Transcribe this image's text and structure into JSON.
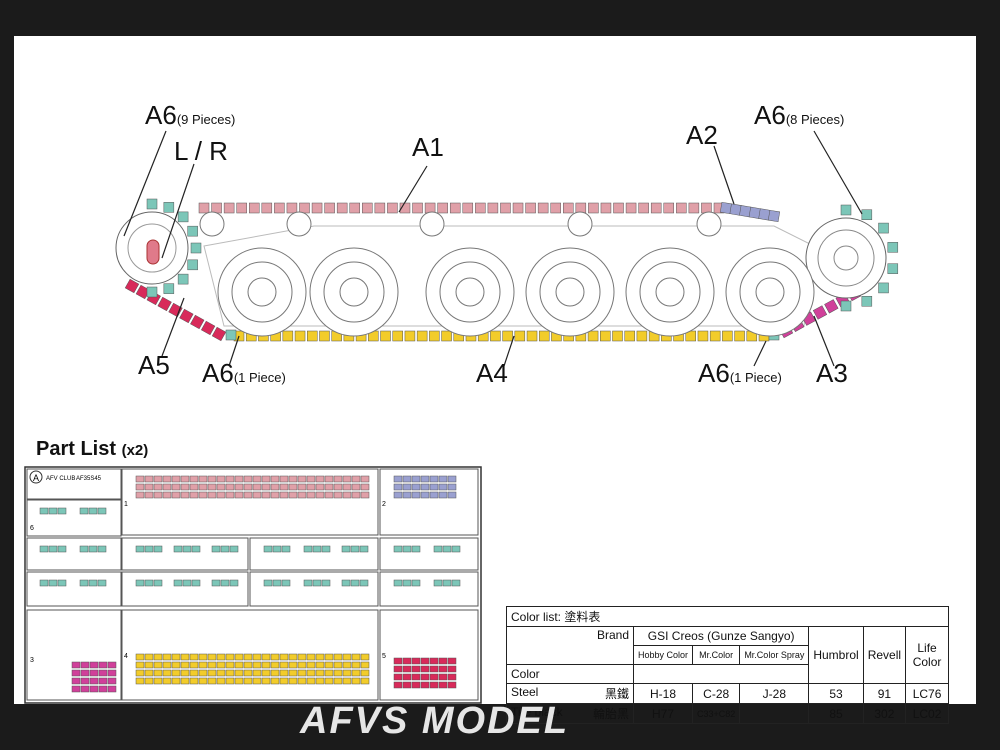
{
  "labels": {
    "a6_left_main": "A6",
    "a6_left_qty": "(9 Pieces)",
    "lr": "L / R",
    "a1": "A1",
    "a2": "A2",
    "a6_right_main": "A6",
    "a6_right_qty": "(8 Pieces)",
    "a5": "A5",
    "a6_bl_main": "A6",
    "a6_bl_qty": "(1 Piece)",
    "a4": "A4",
    "a6_br_main": "A6",
    "a6_br_qty": "(1 Piece)",
    "a3": "A3"
  },
  "part_list": {
    "title": "Part List",
    "multiplier": "(x2)",
    "sprue_letter": "A",
    "sprue_brand": "AFV CLUB",
    "sprue_code": "AF35S45",
    "section_numbers": [
      "1",
      "2",
      "3",
      "4",
      "5",
      "6"
    ]
  },
  "color_list": {
    "title": "Color list: 塗料表",
    "brand_header": "Brand",
    "color_header": "Color",
    "gsi_header": "GSI Creos (Gunze Sangyo)",
    "sub_headers": [
      "Hobby Color",
      "Mr.Color",
      "Mr.Color Spray"
    ],
    "other_headers": [
      "Humbrol",
      "Revell",
      "Life Color"
    ],
    "rows": [
      {
        "name": "Steel",
        "cjk": "黑鐵",
        "hobby": "H-18",
        "mrcolor": "C-28",
        "spray": "J-28",
        "humbrol": "53",
        "revell": "91",
        "life": "LC76"
      },
      {
        "name": "Tire black",
        "cjk": "輪胎黑",
        "hobby": "H77",
        "mrcolor": "C33+C82",
        "spray": "",
        "humbrol": "85",
        "revell": "302",
        "life": "LC02"
      }
    ]
  },
  "colors": {
    "a1": "#e0a0a8",
    "a2": "#9aa0d0",
    "a3": "#d0409a",
    "a4": "#f2cc2a",
    "a5": "#d82a5a",
    "a6": "#7cc6b8",
    "sprue_red": "#c83050"
  },
  "watermark": "AFVS MODEL"
}
